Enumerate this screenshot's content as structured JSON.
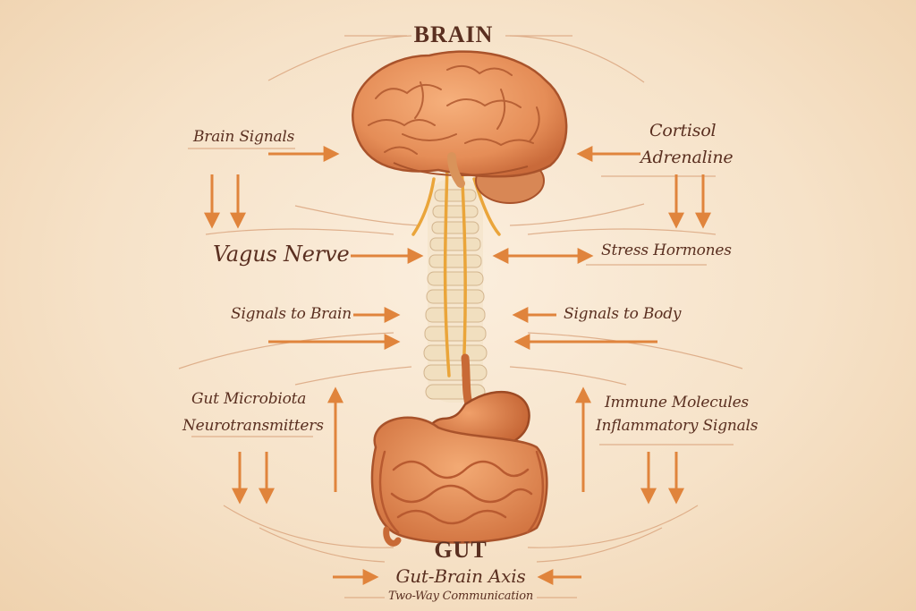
{
  "diagram": {
    "title_top": "BRAIN",
    "title_bottom": "GUT",
    "subtitle": "Gut-Brain Axis",
    "caption": "Two-Way Communication",
    "labels": {
      "brain_signals": "Brain Signals",
      "cortisol": "Cortisol",
      "adrenaline": "Adrenaline",
      "vagus_nerve": "Vagus Nerve",
      "stress_hormones": "Stress Hormones",
      "signals_to_brain": "Signals to Brain",
      "signals_to_body": "Signals to Body",
      "gut_microbiota": "Gut Microbiota",
      "neurotransmitters": "Neurotransmitters",
      "immune_molecules": "Immune Molecules",
      "inflammatory_signals": "Inflammatory Signals"
    },
    "colors": {
      "arrow": "#e0843c",
      "text": "#5a2f20",
      "organ": "#e58d57",
      "organ_dark": "#b85a30",
      "spine": "#f3e2c4",
      "nerve": "#eaa53a"
    }
  }
}
